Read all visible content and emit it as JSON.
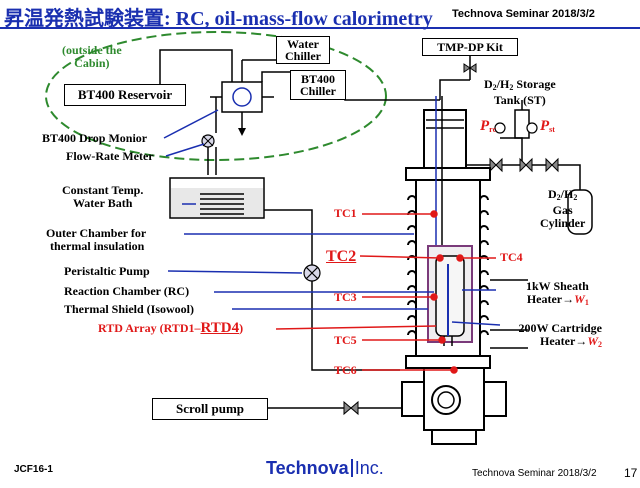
{
  "header": {
    "title": "昇温発熱試験装置: RC, oil-mass-flow calorimetry",
    "right": "Technova Seminar 2018/3/2"
  },
  "boxes": {
    "water_chiller": [
      "Water",
      "Chiller"
    ],
    "bt400_chiller": [
      "BT400",
      "Chiller"
    ],
    "tmp_dp_kit": "TMP-DP Kit",
    "bt400_reservoir": "BT400 Reservoir",
    "scroll_pump": "Scroll pump"
  },
  "labels": {
    "outside_cabin": [
      "(outside the",
      "Cabin)"
    ],
    "storage_tank": [
      "D",
      "2",
      "/H",
      "2",
      " Storage",
      "Tank (ST)"
    ],
    "prc": [
      "P",
      "rc"
    ],
    "pst": [
      "P",
      "st"
    ],
    "gas_cylinder": [
      "D",
      "2",
      "/H",
      "2",
      "Gas",
      "Cylinder"
    ],
    "drop_monitor": "BT400 Drop Monior",
    "flow_rate_meter": "Flow-Rate Meter",
    "water_bath": [
      "Constant Temp.",
      "Water Bath"
    ],
    "outer_chamber": [
      "Outer Chamber for",
      "thermal insulation"
    ],
    "peristaltic_pump": "Peristaltic Pump",
    "reaction_chamber": "Reaction Chamber (RC)",
    "thermal_shield": "Thermal Shield (Isowool)",
    "rtd_array_prefix": "RTD Array (RTD1–",
    "rtd_array_rtd4": "RTD4",
    "rtd_array_suffix": ")",
    "sheath_heater": [
      "1kW Sheath",
      "Heater→",
      "W",
      "1"
    ],
    "cartridge_heater": [
      "200W Cartridge",
      "Heater→",
      "W",
      "2"
    ]
  },
  "thermocouples": {
    "tc1": "TC1",
    "tc2": "TC2",
    "tc3": "TC3",
    "tc4": "TC4",
    "tc5": "TC5",
    "tc6": "TC6"
  },
  "footer": {
    "left": "JCF16-1",
    "logo_main": "Technova",
    "logo_inc": "Inc.",
    "right": "Technova Seminar 2018/3/2",
    "page": "17"
  },
  "colors": {
    "title_blue": "#1a2fb0",
    "label_red": "#e01818",
    "ellipse_green": "#2e8a2e",
    "pipe_blue": "#1a2fb0"
  }
}
